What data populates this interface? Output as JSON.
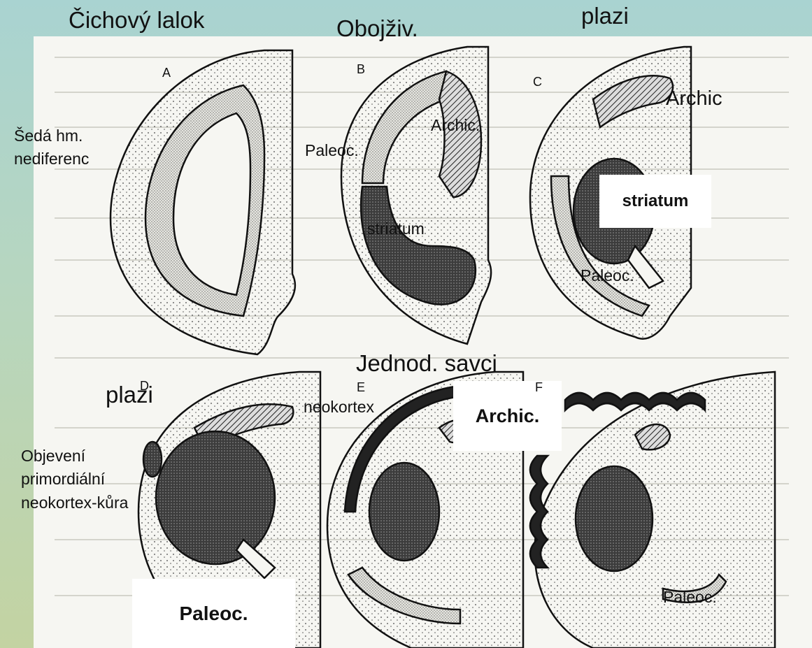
{
  "labels": {
    "olfactory_lobe": "Čichový lalok",
    "amphibians": "Obojživ.",
    "reptiles_top": "plazi",
    "gray_matter": "Šedá hm. nediferenc",
    "panel_a": "A",
    "panel_b": "B",
    "panel_c": "C",
    "panel_d": "D",
    "panel_e": "E",
    "panel_f": "F",
    "paleoc_b": "Paleoc.",
    "archic_b": "Archic.",
    "striatum_b": "striatum",
    "archic_c": "Archic",
    "striatum_c": "striatum",
    "paleoc_c": "Paleoc.",
    "monotremes": "Jednod. savci",
    "reptiles_bottom": "plazi",
    "neokortex": "neokortex",
    "archic_e": "Archic.",
    "primordial": "Objevení primordiální neokortex-kůra",
    "paleoc_d": "Paleoc.",
    "paleoc_f": "Paleoc."
  },
  "colors": {
    "background_top": "#a9d3d1",
    "background_bottom": "#c3d3a2",
    "scan_paper": "#f6f6f2",
    "ink": "#111111"
  }
}
